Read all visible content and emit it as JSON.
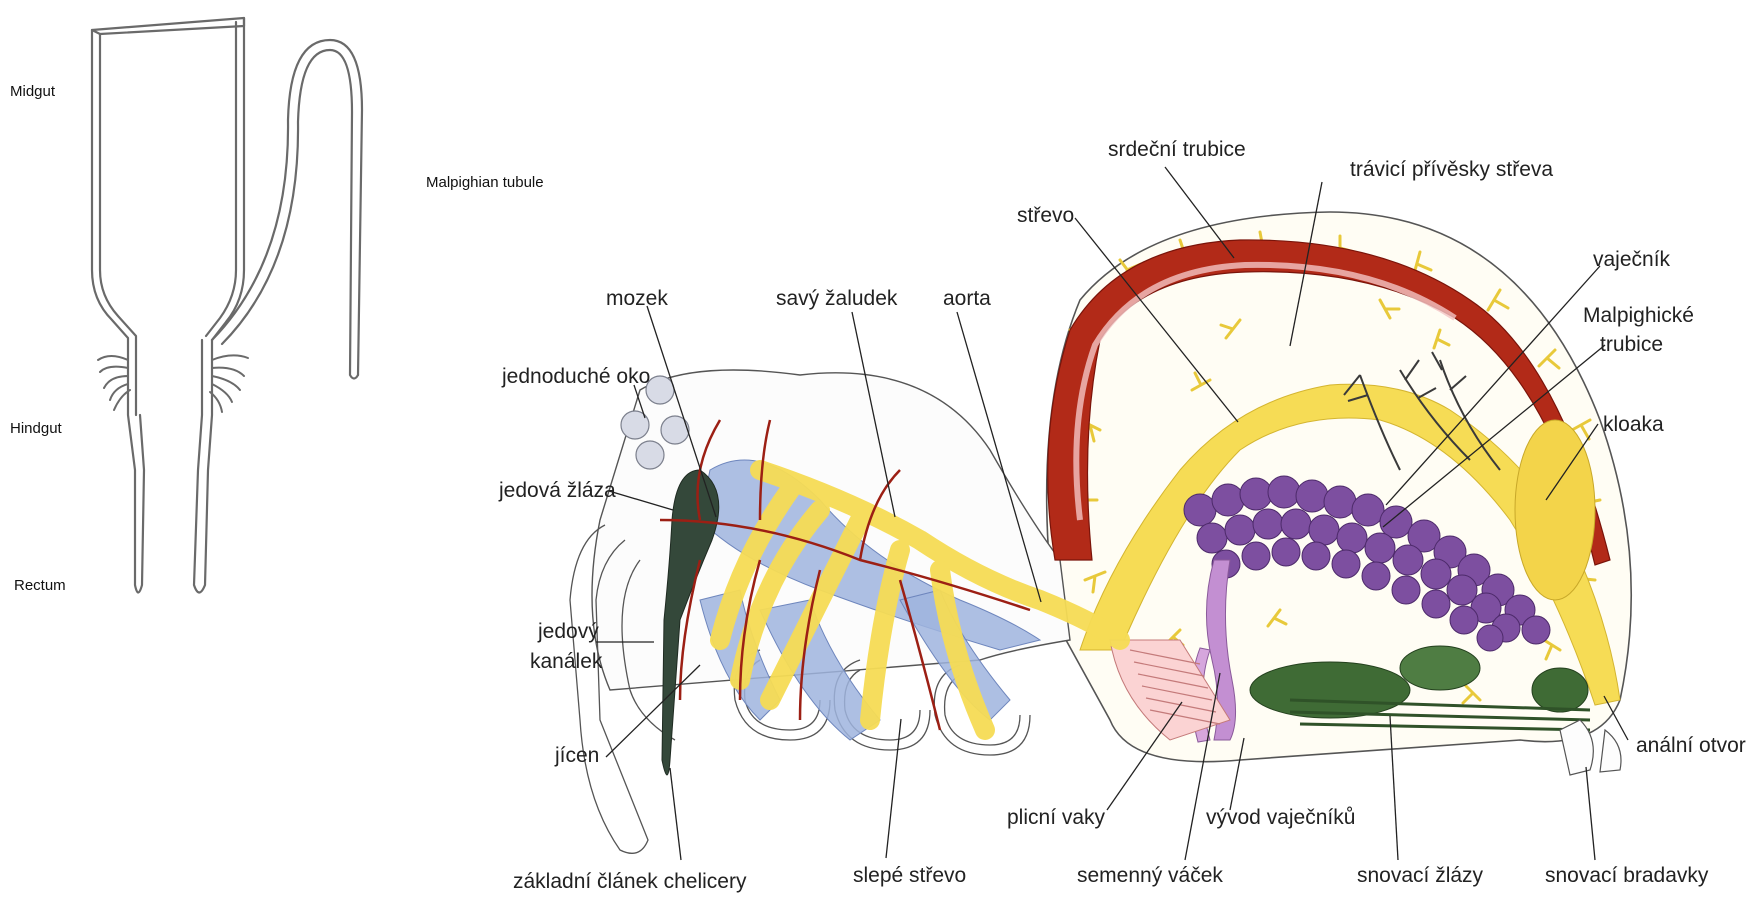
{
  "left_panel": {
    "labels": {
      "midgut": "Midgut",
      "malpighian_tubule": "Malpighian tubule",
      "hindgut": "Hindgut",
      "rectum": "Rectum"
    }
  },
  "right_panel": {
    "labels": {
      "srdecni_trubice": "srdeční trubice",
      "travici_privesky": "trávicí přívěsky střeva",
      "strevo": "střevo",
      "vajecnik": "vaječník",
      "mozek": "mozek",
      "savy_zaludek": "savý žaludek",
      "aorta": "aorta",
      "malpighicke_1": "Malpighické",
      "malpighicke_2": "trubice",
      "jednoduche_oko": "jednoduché oko",
      "kloaka": "kloaka",
      "jedova_zlaza": "jedová žláza",
      "jedovy_kanalek_1": "jedový",
      "jedovy_kanalek_2": "kanálek",
      "jicen": "jícen",
      "analni_otvor": "anální otvor",
      "plicni_vaky": "plicní vaky",
      "vyvod_vajecniku": "vývod vaječníků",
      "zakladni_clanek": "základní článek chelicery",
      "slepe_strevo": "slepé střevo",
      "semenny_vacek": "semenný váček",
      "snovaci_zlazy": "snovací žlázy",
      "snovaci_bradavky": "snovací bradavky"
    }
  },
  "colors": {
    "outline": "#333333",
    "heart": "#b22a18",
    "heart_light": "#f4c4c4",
    "gut_yellow": "#f6dc55",
    "branch_yellow": "#e8c93a",
    "ovary_purple": "#7d4fa0",
    "silk_green": "#3f6b35",
    "venom_dark": "#34483a",
    "stomach_blue": "#9fb4de",
    "vessel_red": "#9c1f14"
  }
}
